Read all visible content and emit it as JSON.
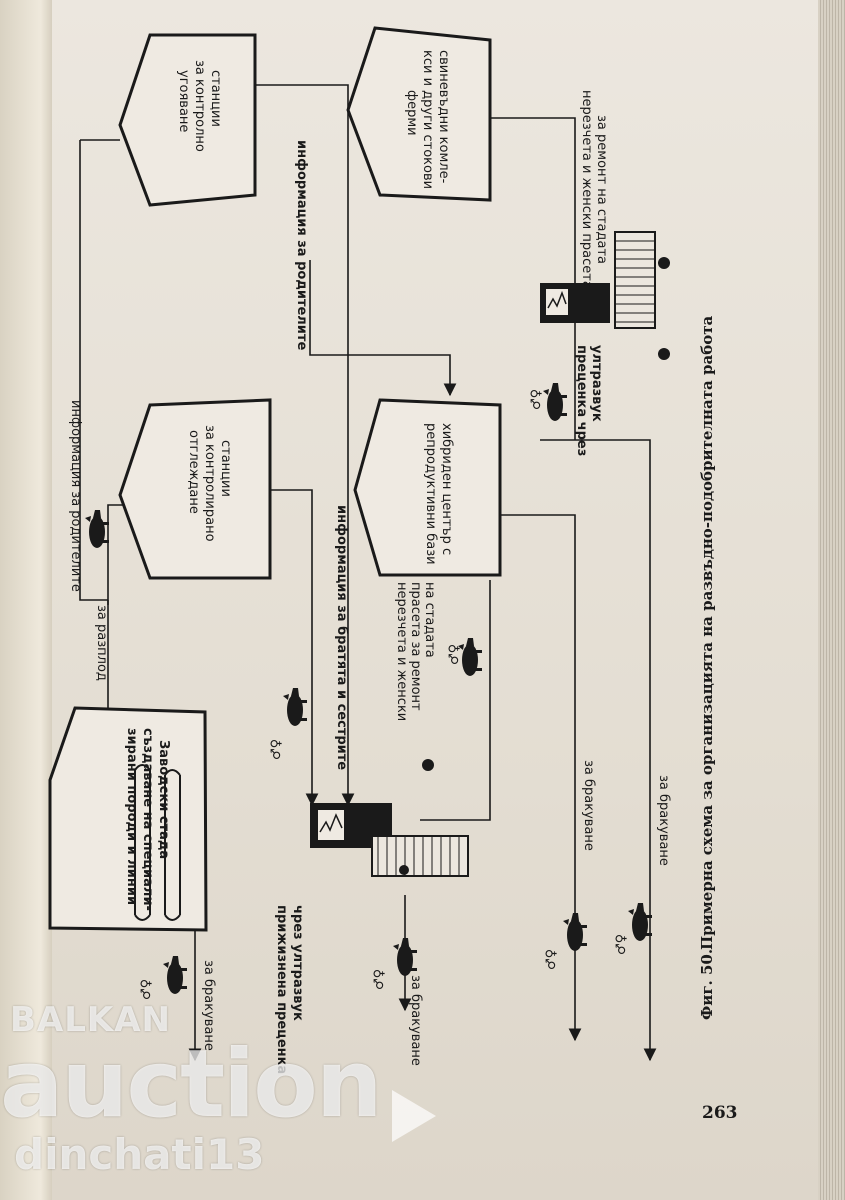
{
  "boxes": {
    "breeding_herd": [
      "Заводски стада",
      "създаване на специали-",
      "зирани породи и линии"
    ],
    "weaning_stations": [
      "станции",
      "за контролирано",
      "отглеждане"
    ],
    "fattening_stations": [
      "станции",
      "за контролно",
      "угояване"
    ],
    "hybrid_center": [
      "хибриден център с",
      "репродуктивни бази"
    ],
    "pig_complexes": [
      "свиневъдни комле-",
      "кси и други стокови",
      "ферми"
    ]
  },
  "labels": {
    "culling": "за бракуване",
    "for_breeding": "за разплод",
    "parents_info_top": "информация за родителите",
    "parents_info_mid": "информация за родителите",
    "siblings_info": "информация за братята и сестрите",
    "lifetime_eval": [
      "прижизнена преценка",
      "чрез ултразвук"
    ],
    "eval_ultrasound": [
      "преценка чрез",
      "ултразвук"
    ],
    "herd_repair_1": [
      "нерезчета и женски",
      "прасета за ремонт",
      "на стадата"
    ],
    "herd_repair_2": [
      "нерезчета и женски прасета",
      "за ремонт на стадата"
    ],
    "sex_symbols": "♂♀"
  },
  "caption": {
    "figure": "Фиг. 50.",
    "text": "Примерна схема за организацията на развъдно-подобрителната работа"
  },
  "page_number": "263",
  "watermark": {
    "brand_top": "BALKAN",
    "brand_main": "auction",
    "user": "dinchati13"
  }
}
